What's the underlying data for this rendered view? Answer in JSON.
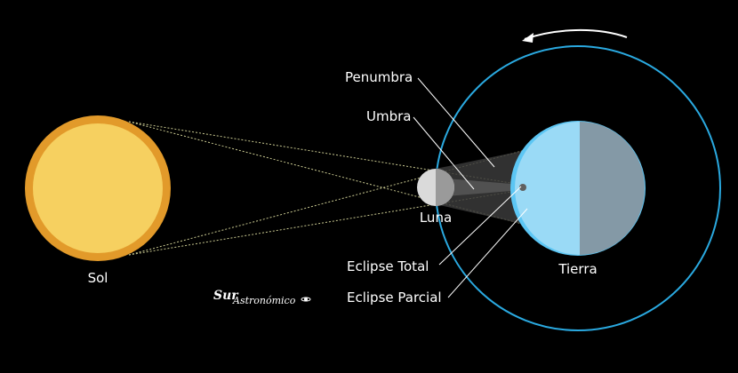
{
  "labels": {
    "sun": "Sol",
    "moon": "Luna",
    "earth": "Tierra",
    "penumbra": "Penumbra",
    "umbra": "Umbra",
    "total": "Eclipse Total",
    "partial": "Eclipse Parcial"
  },
  "logo": {
    "part1": "Sur",
    "part2": "Astronómico"
  },
  "colors": {
    "sun_outer": "#E29A2A",
    "sun_inner": "#F6D060",
    "earth_day": "#9ADAF6",
    "earth_night": "#8499A6",
    "earth_rim": "#5CC6F4",
    "orbit": "#2AA9E0",
    "moon_light": "#DADADA",
    "moon_dark": "#9A9A9A",
    "rays": "#C8C890",
    "shadow": "#3A3A3A"
  }
}
